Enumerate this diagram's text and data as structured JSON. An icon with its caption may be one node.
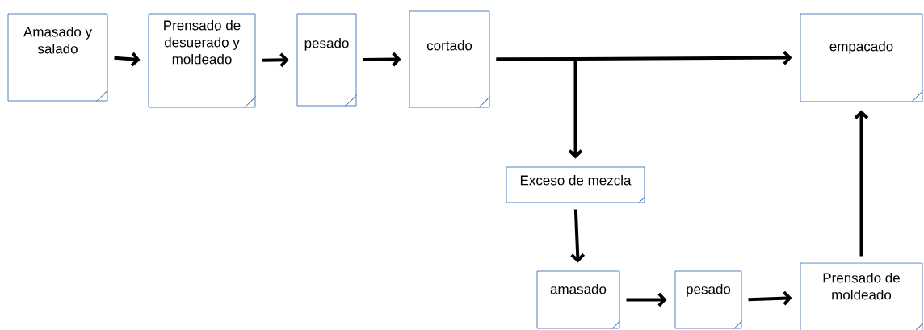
{
  "diagram": {
    "nodes": [
      {
        "text": [
          "Amasado y salado"
        ]
      },
      {
        "text": [
          "Prensado de desuerado y moldeado"
        ]
      },
      {
        "text": [
          "pesado"
        ]
      },
      {
        "text": [
          "cortado"
        ]
      },
      {
        "text": [
          "empacado"
        ]
      },
      {
        "text": [
          "Exceso de mezcla"
        ]
      },
      {
        "text": [
          "amasado"
        ]
      },
      {
        "text": [
          "pesado"
        ]
      },
      {
        "text": [
          "Prensado de moldeado"
        ]
      }
    ],
    "edges": [
      {
        "from": 0,
        "to": 1,
        "arrow": "to"
      },
      {
        "from": 1,
        "to": 2,
        "arrow": "to"
      },
      {
        "from": 2,
        "to": 3,
        "arrow": "to"
      },
      {
        "from": 3,
        "to": 4,
        "arrow": "to"
      },
      {
        "from": 3,
        "to": 5,
        "arrow": "to"
      },
      {
        "from": 5,
        "to": 6,
        "arrow": "to"
      },
      {
        "from": 6,
        "to": 7,
        "arrow": "to"
      },
      {
        "from": 7,
        "to": 8,
        "arrow": "to"
      },
      {
        "from": 8,
        "to": 4,
        "arrow": "to"
      }
    ]
  }
}
